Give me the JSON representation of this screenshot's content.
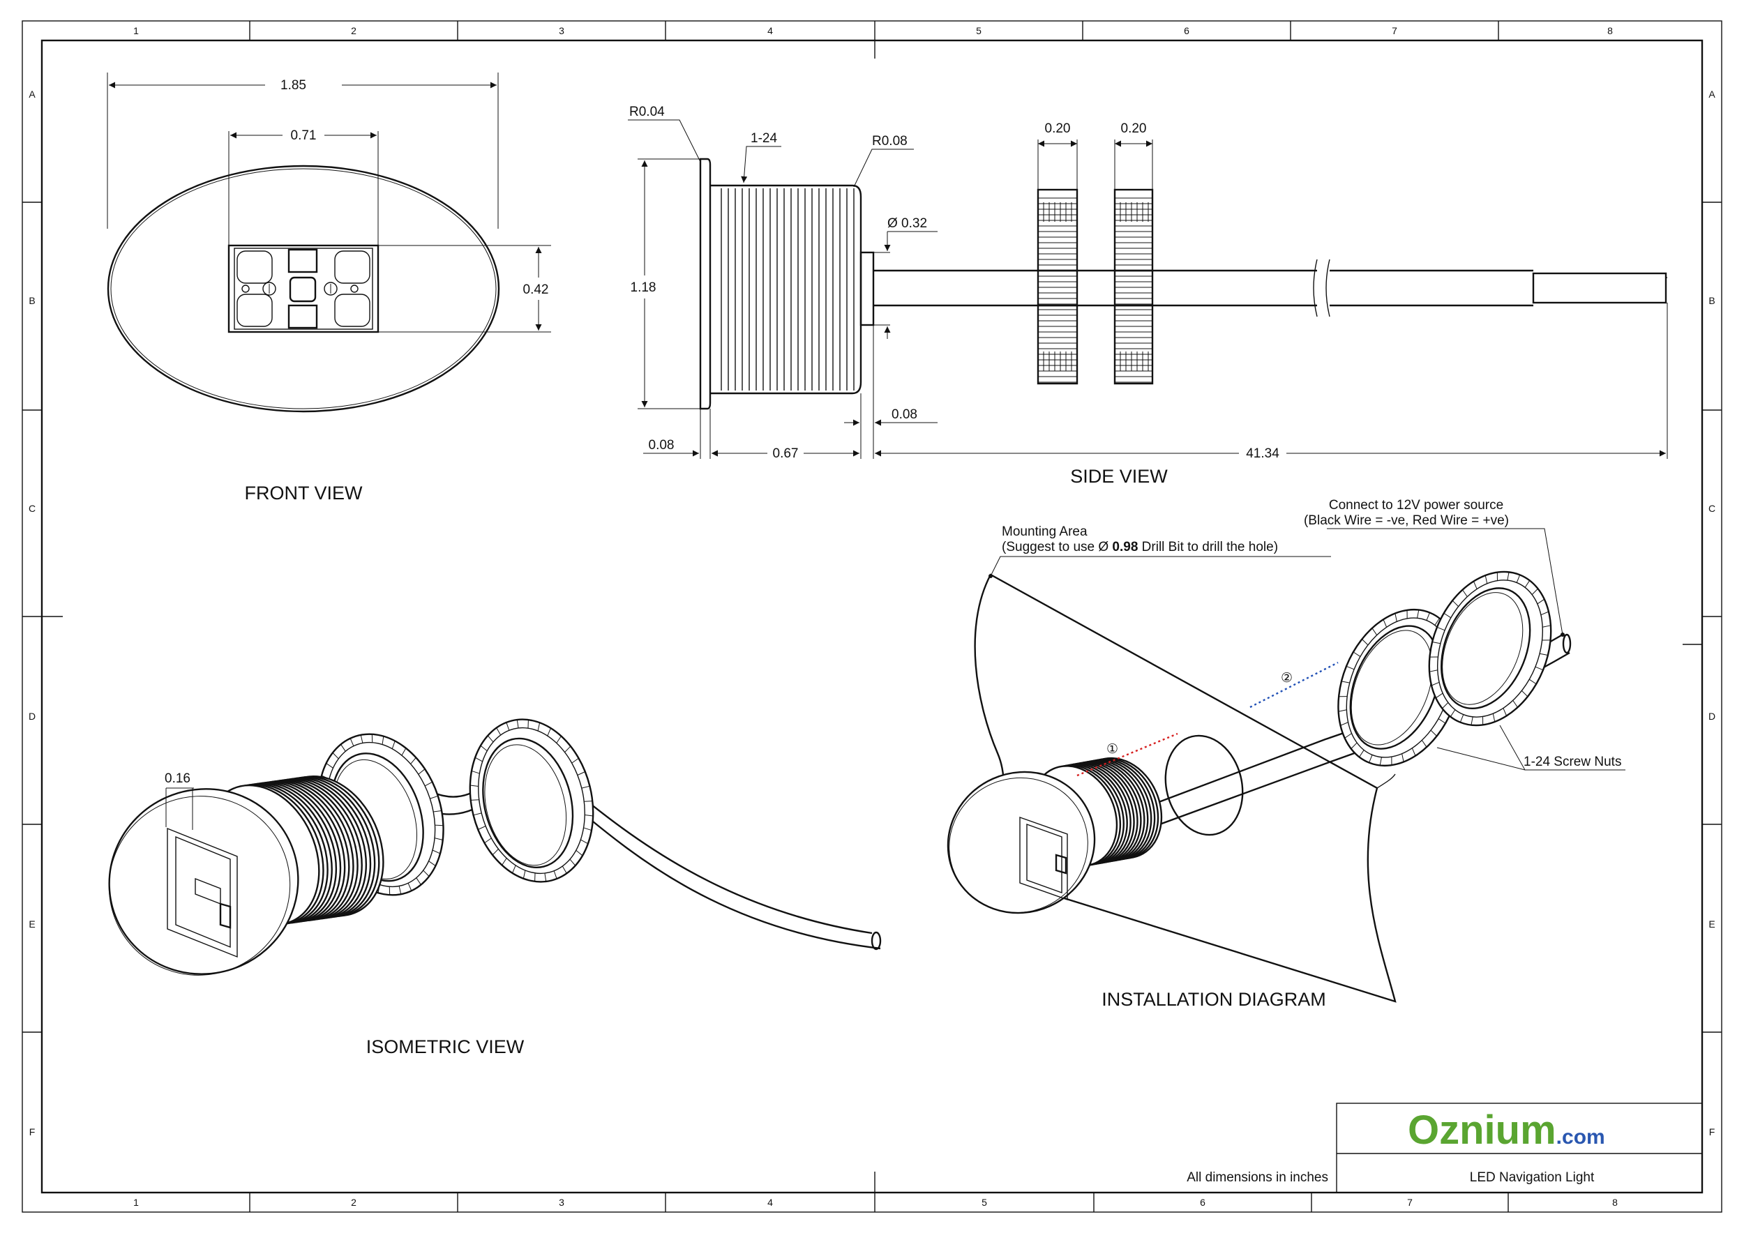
{
  "frame": {
    "columns": [
      "1",
      "2",
      "3",
      "4",
      "5",
      "6",
      "7",
      "8"
    ],
    "rows": [
      "A",
      "B",
      "C",
      "D",
      "E",
      "F"
    ]
  },
  "views": {
    "front": "FRONT VIEW",
    "side": "SIDE VIEW",
    "isometric": "ISOMETRIC VIEW",
    "installation": "INSTALLATION DIAGRAM"
  },
  "front_dims": {
    "width": "1.85",
    "inner_width": "0.71",
    "inner_height": "0.42"
  },
  "side_dims": {
    "radius_small": "R0.04",
    "thread": "1-24",
    "radius_large": "R0.08",
    "cable_diameter": "Ø 0.32",
    "height": "1.18",
    "nut1_width": "0.20",
    "nut2_width": "0.20",
    "flange_thickness": "0.08",
    "body_length": "0.67",
    "gap": "0.08",
    "cable_length": "41.34"
  },
  "iso_dims": {
    "depth": "0.16"
  },
  "install": {
    "mounting_line1": "Mounting Area",
    "mounting_line2_pre": "(Suggest to use Ø ",
    "mounting_line2_bold": "0.98",
    "mounting_line2_post": " Drill Bit to drill the hole)",
    "power_line1": "Connect to 12V power source",
    "power_line2": "(Black Wire = -ve, Red Wire = +ve)",
    "nuts_label": "1-24 Screw Nuts",
    "step1": "①",
    "step2": "②",
    "step1_color": "#d62020",
    "step2_color": "#1f4fb5"
  },
  "title_block": {
    "note": "All dimensions in inches",
    "logo_main": "Oznium",
    "logo_suffix": ".com",
    "logo_green": "#5aa531",
    "logo_blue": "#2a57b0",
    "product": "LED Navigation Light"
  }
}
